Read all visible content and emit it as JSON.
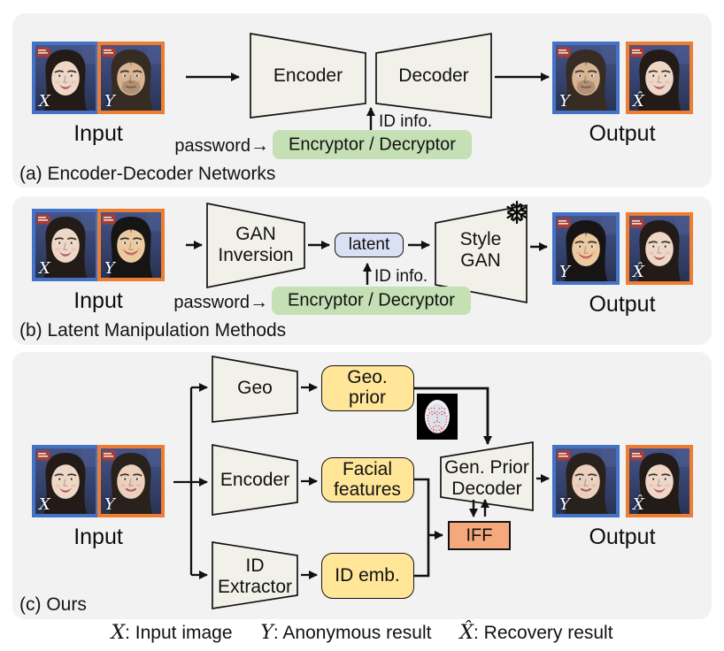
{
  "colors": {
    "panel_bg": "#f2f2f2",
    "block_fill": "#f2f1e9",
    "outline": "#141414",
    "green": "#c5e0b4",
    "yellow": "#ffe699",
    "lavender": "#dbe1f5",
    "iff_orange": "#f4a87c",
    "blue_border": "#4472c4",
    "orange_border": "#ed7d31"
  },
  "icons": {
    "password_arrow": "→"
  },
  "panel_a": {
    "caption": "(a) Encoder-Decoder Networks",
    "input_label": "Input",
    "output_label": "Output",
    "encoder": "Encoder",
    "decoder": "Decoder",
    "id_info": "ID info.",
    "password": "password",
    "encryptor": "Encryptor / Decryptor",
    "input_images": [
      {
        "tag": "X"
      },
      {
        "tag": "Y"
      }
    ],
    "output_images": [
      {
        "tag": "Y"
      },
      {
        "tag": "X̂"
      }
    ]
  },
  "panel_b": {
    "caption": "(b) Latent Manipulation Methods",
    "input_label": "Input",
    "output_label": "Output",
    "gan_inversion": [
      "GAN",
      "Inversion"
    ],
    "latent": "latent",
    "style_gan": [
      "Style",
      "GAN"
    ],
    "id_info": "ID info.",
    "password": "password",
    "encryptor": "Encryptor / Decryptor",
    "input_images": [
      {
        "tag": "X"
      },
      {
        "tag": "Y"
      }
    ],
    "output_images": [
      {
        "tag": "Y"
      },
      {
        "tag": "X̂"
      }
    ]
  },
  "panel_c": {
    "caption": "(c) Ours",
    "input_label": "Input",
    "output_label": "Output",
    "geo": "Geo",
    "geo_prior": [
      "Geo.",
      "prior"
    ],
    "encoder": "Encoder",
    "facial_features": [
      "Facial",
      "features"
    ],
    "id_extractor": [
      "ID",
      "Extractor"
    ],
    "id_emb": "ID emb.",
    "gen_prior_decoder": [
      "Gen. Prior",
      "Decoder"
    ],
    "iff": "IFF",
    "input_images": [
      {
        "tag": "X"
      },
      {
        "tag": "Y"
      }
    ],
    "output_images": [
      {
        "tag": "Y"
      },
      {
        "tag": "X̂"
      }
    ]
  },
  "legend": [
    {
      "symbol": "X",
      "text": ": Input image"
    },
    {
      "symbol": "Y",
      "text": ": Anonymous result"
    },
    {
      "symbol": "X̂",
      "text": ": Recovery result"
    }
  ]
}
